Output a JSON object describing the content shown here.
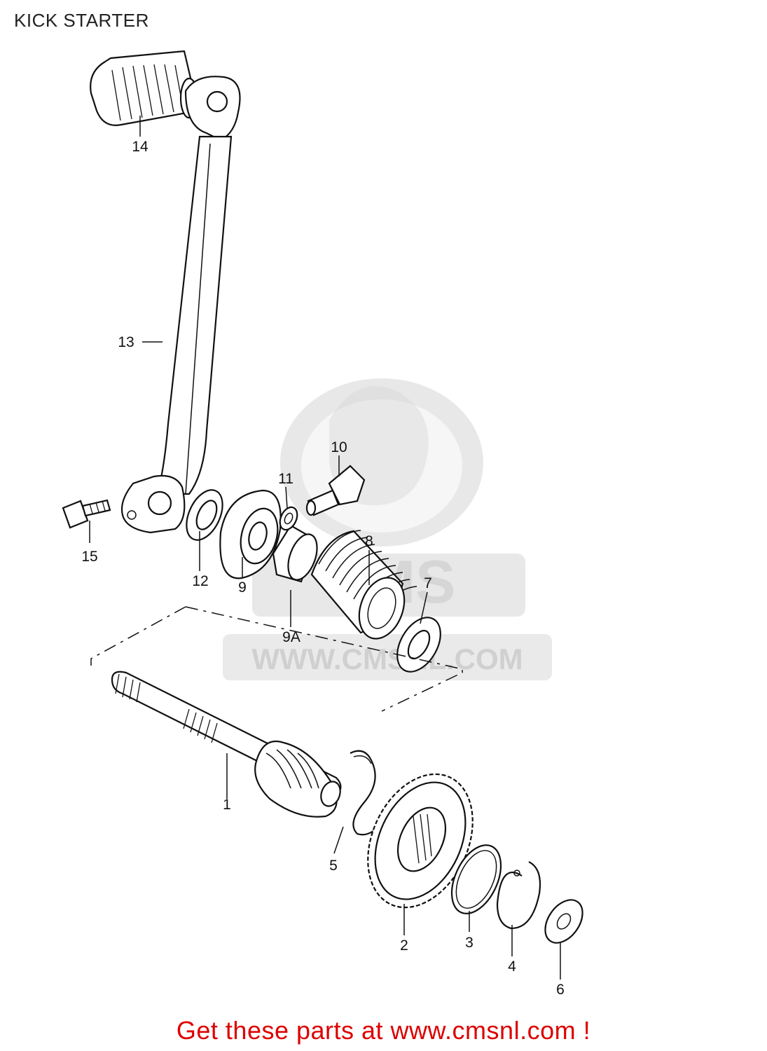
{
  "page": {
    "title": "KICK STARTER"
  },
  "watermark": {
    "text": "WWW.CMSNL.COM",
    "logo_text": "CMS",
    "color": "#d6d6d6"
  },
  "callouts": {
    "p1": "1",
    "p2": "2",
    "p3": "3",
    "p4": "4",
    "p5": "5",
    "p6": "6",
    "p7": "7",
    "p8": "8",
    "p9": "9",
    "p9a": "9A",
    "p10": "10",
    "p11": "11",
    "p12": "12",
    "p13": "13",
    "p14": "14",
    "p15": "15"
  },
  "footer": {
    "promo": "Get these parts at www.cmsnl.com !",
    "color": "#dd0000"
  }
}
